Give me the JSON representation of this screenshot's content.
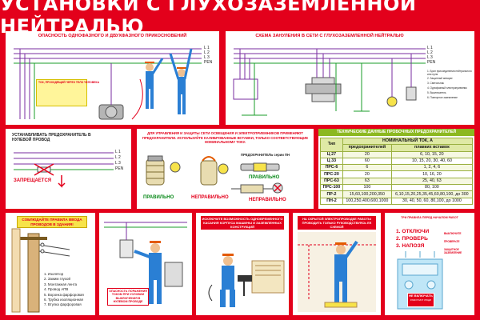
{
  "title": "УСТАНОВКИ С ГЛУХОЗАЗЕМЛЕННОЙ НЕЙТРАЛЬЮ",
  "panels": {
    "touch": {
      "title": "ОПАСНОСТЬ ОДНОФАЗНОГО И ДВУХФАЗНОГО ПРИКОСНОВЕНИЙ",
      "lines": [
        "L 1",
        "L 2",
        "L 3",
        "PEN"
      ],
      "legend_title": "ТОК, ПРОХОДЯЩИЙ ЧЕРЕЗ ТЕЛО ЧЕЛОВЕКА"
    },
    "scheme": {
      "title": "СХЕМА ЗАНУЛЕНИЯ В СЕТИ С ГЛУХОЗАЗЕМЛЕННОЙ НЕЙТРАЛЬЮ",
      "lines": [
        "L 1",
        "L 2",
        "L 3",
        "PEN"
      ],
      "legend": [
        "1. Броп присоединения нейтрального или нуля",
        "2. Защитный аппарат",
        "3. Светильник",
        "4. Однофазный электроприемник",
        "5. Выключатель",
        "6. Повторное заземление"
      ]
    },
    "install": {
      "title": "УСТАНАВЛИВАТЬ ПРЕДОХРАНИТЕЛЬ В НУЛЕВОЙ ПРОВОД",
      "lines": [
        "L 1",
        "L 2",
        "L 3",
        "PEN"
      ],
      "forbidden": "ЗАПРЕЩАЕТСЯ"
    },
    "fuses": {
      "title": "ДЛЯ УПРАВЛЕНИЯ И ЗАЩИТЫ СЕТИ ОСВЕЩЕНИЯ И ЭЛЕКТРОПРИЕМНИКОВ ПРИМЕНЯЮТ ПРЕДОХРАНИТЕЛИ. ИСПОЛЬЗУЙТЕ КАЛИБРОВАННЫЕ ВСТАВКИ, ТОЛЬКО СООТВЕТСТВУЮЩИЕ НОМИНАЛЬНОМУ ТОКУ.",
      "pn_label": "ПРЕДОХРАНИТЕЛЬ серии ПН",
      "correct": "ПРАВИЛЬНО",
      "incorrect": "НЕПРАВИЛЬНО",
      "correct2": "ПРАВИЛЬНО",
      "incorrect2": "НЕПРАВИЛЬНО"
    },
    "table": {
      "title": "ТЕХНИЧЕСКИЕ ДАННЫЕ ПРОБОЧНЫХ ПРЕДОХРАНИТЕЛЕЙ",
      "col_type": "Тип",
      "col_current": "НОМИНАЛЬНЫЙ ТОК, А",
      "col_fuse": "предохранителей",
      "col_insert": "плавких вставок",
      "rows": [
        [
          "Ц 27",
          "20",
          "6, 10, 15, 20"
        ],
        [
          "Ц 33",
          "60",
          "10, 15, 20, 30, 40, 60"
        ],
        [
          "ПРС-6",
          "6",
          "1, 2, 4, 6"
        ],
        [
          "ПРС-20",
          "20",
          "10, 16, 20"
        ],
        [
          "ПРС-63",
          "63",
          "25, 40, 63"
        ],
        [
          "ПРС-100",
          "100",
          "80, 100"
        ],
        [
          "ПР-2",
          "15,60,100,200,350",
          "6,10,15,20,25,35,45,60,80,100, до 300"
        ],
        [
          "ПН-2",
          "100,250,400,600,1000",
          "30, 40, 50, 60, 80,100, до 1000"
        ]
      ]
    },
    "rules": {
      "title": "СОБЛЮДАЙТЕ ПРАВИЛА ВВОДА ПРОВОДОВ В ЗДАНИЯ!",
      "legend": [
        "1. Изолятор",
        "2. Зажим глухой",
        "3. Монтажная лента",
        "4. Провод АПВ",
        "5. Воронка фарфоровая",
        "6. Трубка изоляционная",
        "7. Втулка фарфоровая"
      ]
    },
    "touch2": {
      "caption": "ОПАСНОСТЬ ПОРАЖЕНИЯ ТОКОМ ПРИ УСЛОВИИ ВЫКЛЮЧЕНИЯ В НУЛЕВОМ ПРОВОДЕ"
    },
    "grounding": {
      "title": "ИСКЛЮЧИТЕ ВОЗМОЖНОСТЬ ОДНОВРЕМЕННОГО КАСАНИЯ КОРПУСА МАШИНЫ И ЗАЗЕМЛЕННЫХ КОНСТРУКЦИЙ"
    },
    "hidden": {
      "title": "НА СКРЫТОЙ ЭЛЕКТРОПРОВОДКЕ РАБОТЫ ПРОВОДИТЬ ТОЛЬКО РУКОВОДСТВУЯСЬ ЕЕ СХЕМОЙ"
    },
    "steps": {
      "title": "ТРИ ПРАВИЛА ПЕРЕД НАЧАЛОМ РАБОТ",
      "items": [
        "1. ОТКЛЮЧИ",
        "2. ПРОВЕРЬ",
        "3. НАПОЗЯ"
      ],
      "sign": "НЕ ВКЛЮЧАТЬ",
      "sign_sub": "РАБОТАЮТ ЛЮДИ",
      "side_labels": [
        "ВЫКЛЮЧИТЕ",
        "ПРОВЕРЬТЕ",
        "ЗАЩИТНОЕ ЗАЗЕМЛЕНИЕ"
      ]
    }
  }
}
